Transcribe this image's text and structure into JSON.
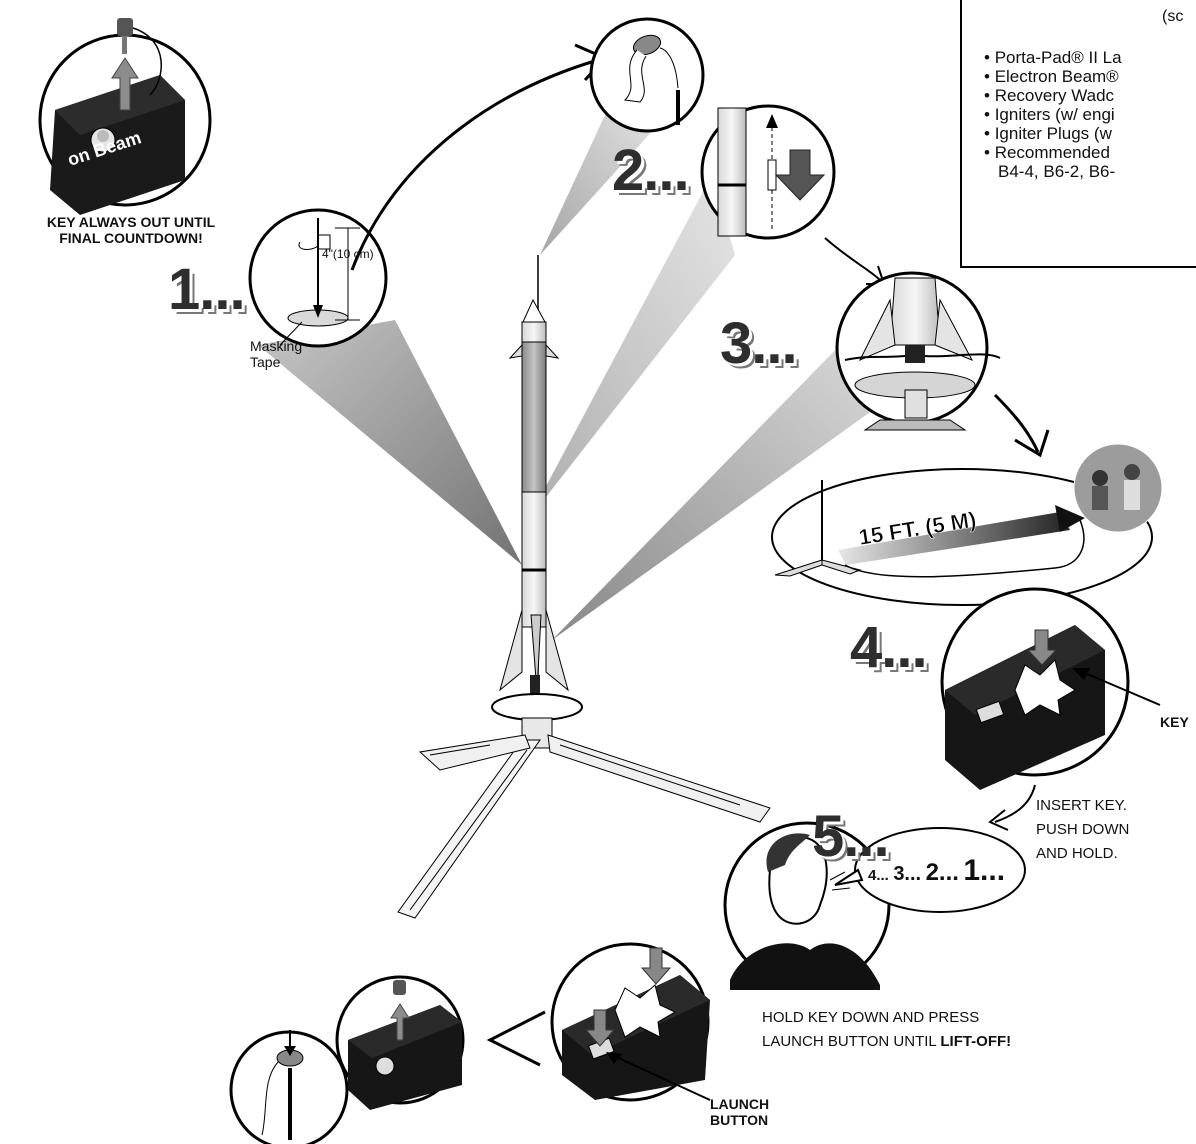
{
  "supplies": {
    "header_partial": "(sc",
    "items": [
      "Porta-Pad® II La",
      "Electron Beam®",
      "Recovery Wadc",
      "Igniters (w/ engi",
      "Igniter Plugs (w",
      "Recommended",
      "B4-4, B6-2, B6-"
    ]
  },
  "step1": {
    "number": "1...",
    "key_warning_line1": "KEY ALWAYS OUT UNTIL",
    "key_warning_line2": "FINAL COUNTDOWN!",
    "measure": "4\"(10 cm)",
    "tape_line1": "Masking",
    "tape_line2": "Tape",
    "box_text": "on Beam"
  },
  "step2": {
    "number": "2..."
  },
  "step3": {
    "number": "3..."
  },
  "step4": {
    "number": "4...",
    "distance": "15 FT. (5 M)",
    "key_label": "KEY",
    "insert_line1": "INSERT KEY.",
    "insert_line2": "PUSH DOWN",
    "insert_line3": "AND HOLD."
  },
  "step5": {
    "number": "5...",
    "count_4": "4...",
    "count_3": "3...",
    "count_2": "2...",
    "count_1": "1...",
    "hold_line1": "HOLD KEY DOWN AND PRESS",
    "hold_line2_prefix": "LAUNCH BUTTON UNTIL ",
    "hold_line2_bold": "LIFT-OFF!",
    "launch_line1": "LAUNCH",
    "launch_line2": "BUTTON"
  },
  "colors": {
    "ink": "#111111",
    "shade": "#9a9a9a",
    "panel": "#1a1a1a"
  }
}
